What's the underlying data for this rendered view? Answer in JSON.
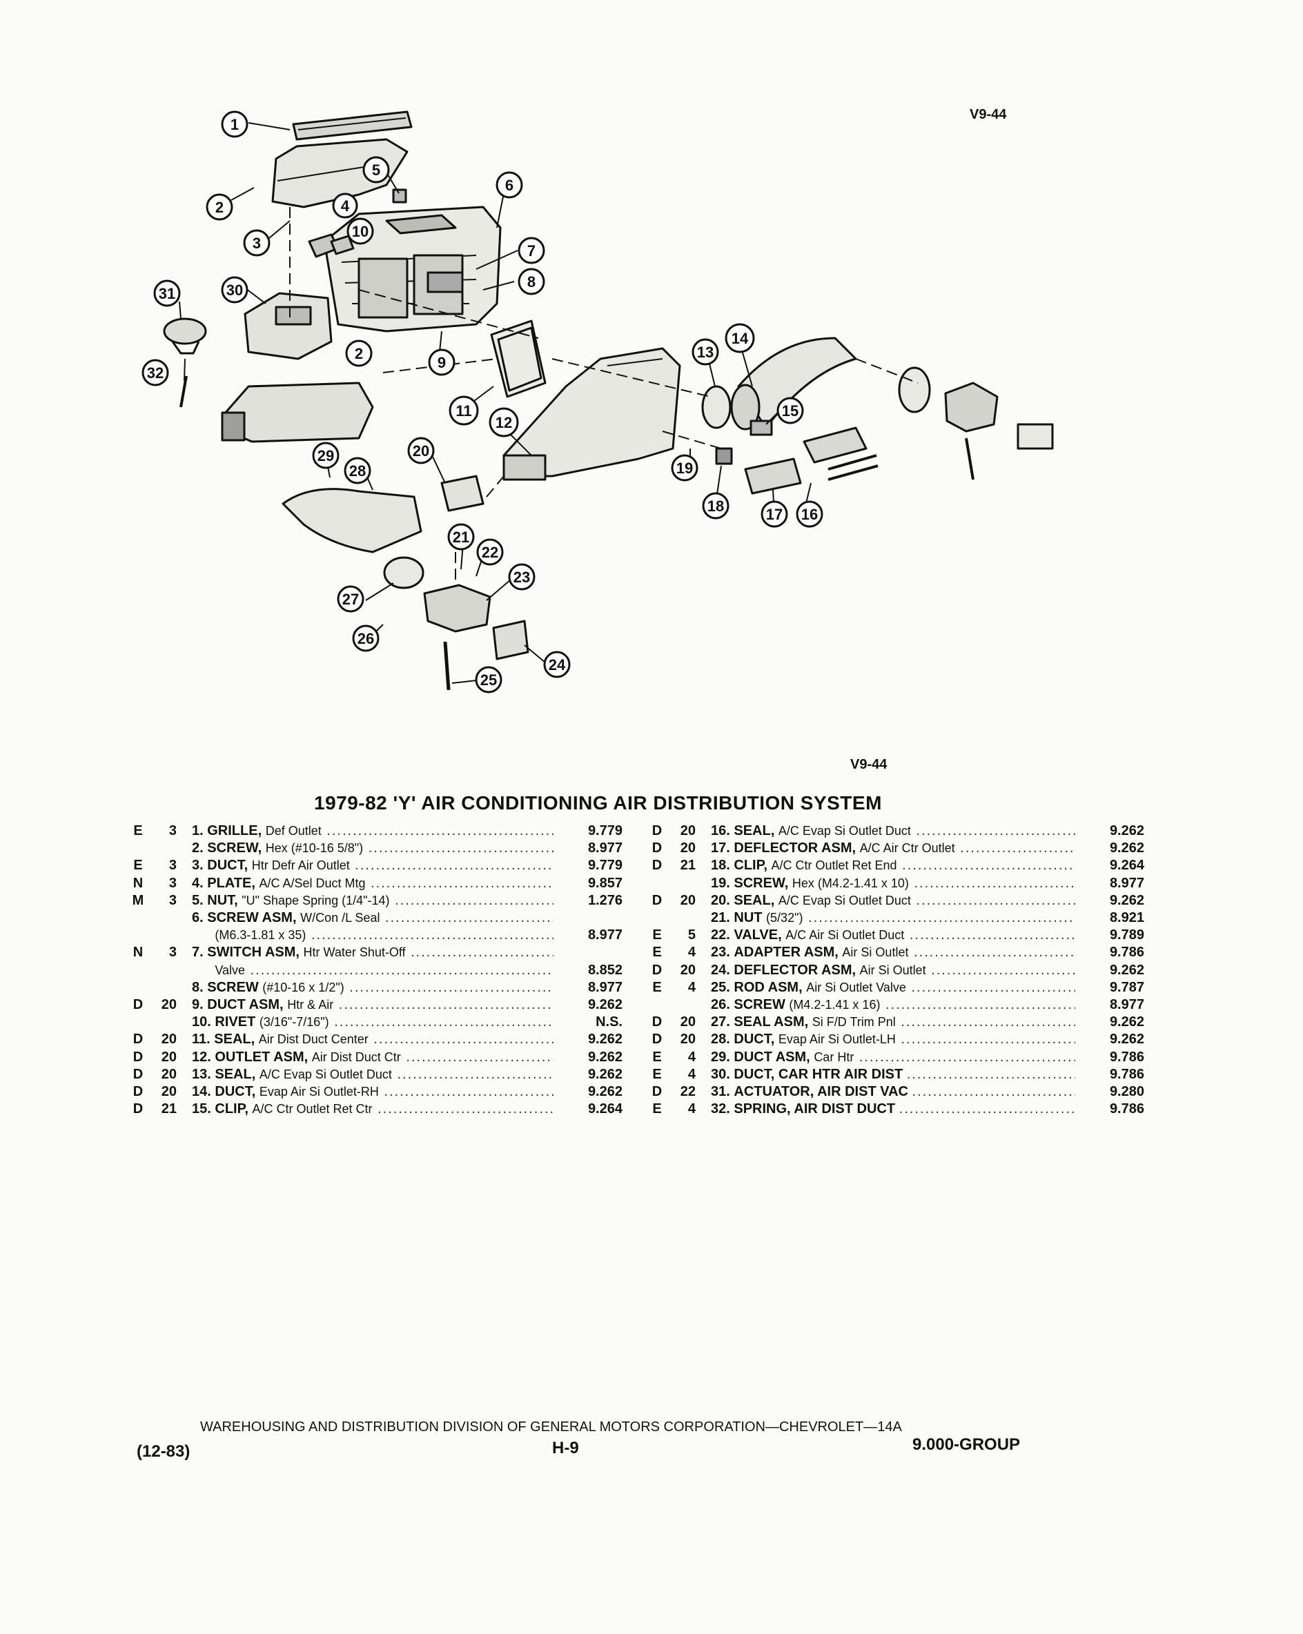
{
  "diagram_ref_top": "V9-44",
  "diagram_ref_bottom": "V9-44",
  "callouts": [
    "1",
    "2",
    "3",
    "4",
    "5",
    "6",
    "7",
    "8",
    "9",
    "10",
    "11",
    "12",
    "13",
    "14",
    "15",
    "16",
    "17",
    "18",
    "19",
    "20",
    "21",
    "22",
    "23",
    "24",
    "25",
    "27",
    "28",
    "29",
    "30",
    "31",
    "32",
    "2",
    "26"
  ],
  "title": "1979-82 'Y' AIR CONDITIONING AIR DISTRIBUTION SYSTEM",
  "parts_left": [
    {
      "code": "E",
      "grp": "3",
      "item": "1.",
      "name": "GRILLE,",
      "detail": "Def Outlet",
      "num": "9.779"
    },
    {
      "code": "",
      "grp": "",
      "item": "2.",
      "name": "SCREW,",
      "detail": "Hex (#10-16 5/8\")",
      "num": "8.977"
    },
    {
      "code": "E",
      "grp": "3",
      "item": "3.",
      "name": "DUCT,",
      "detail": "Htr Defr Air Outlet",
      "num": "9.779"
    },
    {
      "code": "N",
      "grp": "3",
      "item": "4.",
      "name": "PLATE,",
      "detail": "A/C A/Sel Duct Mtg",
      "num": "9.857"
    },
    {
      "code": "M",
      "grp": "3",
      "item": "5.",
      "name": "NUT,",
      "detail": "\"U\" Shape Spring (1/4\"-14)",
      "num": "1.276"
    },
    {
      "code": "",
      "grp": "",
      "item": "6.",
      "name": "SCREW ASM,",
      "detail": "W/Con /L Seal",
      "num": ""
    },
    {
      "code": "",
      "grp": "",
      "item": "",
      "name": "",
      "detail": "(M6.3-1.81 x 35)",
      "num": "8.977"
    },
    {
      "code": "N",
      "grp": "3",
      "item": "7.",
      "name": "SWITCH ASM,",
      "detail": "Htr Water Shut-Off",
      "num": ""
    },
    {
      "code": "",
      "grp": "",
      "item": "",
      "name": "",
      "detail": "Valve",
      "num": "8.852"
    },
    {
      "code": "",
      "grp": "",
      "item": "8.",
      "name": "SCREW",
      "detail": "(#10-16 x 1/2\")",
      "num": "8.977"
    },
    {
      "code": "D",
      "grp": "20",
      "item": "9.",
      "name": "DUCT ASM,",
      "detail": "Htr & Air",
      "num": "9.262"
    },
    {
      "code": "",
      "grp": "",
      "item": "10.",
      "name": "RIVET",
      "detail": "(3/16\"-7/16\")",
      "num": "N.S."
    },
    {
      "code": "D",
      "grp": "20",
      "item": "11.",
      "name": "SEAL,",
      "detail": "Air Dist Duct Center",
      "num": "9.262"
    },
    {
      "code": "D",
      "grp": "20",
      "item": "12.",
      "name": "OUTLET ASM,",
      "detail": "Air Dist Duct Ctr",
      "num": "9.262"
    },
    {
      "code": "D",
      "grp": "20",
      "item": "13.",
      "name": "SEAL,",
      "detail": "A/C Evap Si Outlet Duct",
      "num": "9.262"
    },
    {
      "code": "D",
      "grp": "20",
      "item": "14.",
      "name": "DUCT,",
      "detail": "Evap Air Si Outlet-RH",
      "num": "9.262"
    },
    {
      "code": "D",
      "grp": "21",
      "item": "15.",
      "name": "CLIP,",
      "detail": "A/C Ctr Outlet Ret Ctr",
      "num": "9.264"
    }
  ],
  "parts_right": [
    {
      "code": "D",
      "grp": "20",
      "item": "16.",
      "name": "SEAL,",
      "detail": "A/C Evap Si Outlet Duct",
      "num": "9.262"
    },
    {
      "code": "D",
      "grp": "20",
      "item": "17.",
      "name": "DEFLECTOR ASM,",
      "detail": "A/C Air Ctr Outlet",
      "num": "9.262"
    },
    {
      "code": "D",
      "grp": "21",
      "item": "18.",
      "name": "CLIP,",
      "detail": "A/C Ctr Outlet Ret End",
      "num": "9.264"
    },
    {
      "code": "",
      "grp": "",
      "item": "19.",
      "name": "SCREW,",
      "detail": "Hex (M4.2-1.41 x 10)",
      "num": "8.977"
    },
    {
      "code": "D",
      "grp": "20",
      "item": "20.",
      "name": "SEAL,",
      "detail": "A/C Evap Si Outlet Duct",
      "num": "9.262"
    },
    {
      "code": "",
      "grp": "",
      "item": "21.",
      "name": "NUT",
      "detail": "(5/32\")",
      "num": "8.921"
    },
    {
      "code": "E",
      "grp": "5",
      "item": "22.",
      "name": "VALVE,",
      "detail": "A/C Air Si Outlet Duct",
      "num": "9.789"
    },
    {
      "code": "E",
      "grp": "4",
      "item": "23.",
      "name": "ADAPTER ASM,",
      "detail": "Air Si Outlet",
      "num": "9.786"
    },
    {
      "code": "D",
      "grp": "20",
      "item": "24.",
      "name": "DEFLECTOR ASM,",
      "detail": "Air Si Outlet",
      "num": "9.262"
    },
    {
      "code": "E",
      "grp": "4",
      "item": "25.",
      "name": "ROD ASM,",
      "detail": "Air Si Outlet Valve",
      "num": "9.787"
    },
    {
      "code": "",
      "grp": "",
      "item": "26.",
      "name": "SCREW",
      "detail": "(M4.2-1.41 x 16)",
      "num": "8.977"
    },
    {
      "code": "D",
      "grp": "20",
      "item": "27.",
      "name": "SEAL ASM,",
      "detail": "Si F/D Trim Pnl",
      "num": "9.262"
    },
    {
      "code": "D",
      "grp": "20",
      "item": "28.",
      "name": "DUCT,",
      "detail": "Evap Air Si Outlet-LH",
      "num": "9.262"
    },
    {
      "code": "E",
      "grp": "4",
      "item": "29.",
      "name": "DUCT ASM,",
      "detail": "Car Htr",
      "num": "9.786"
    },
    {
      "code": "E",
      "grp": "4",
      "item": "30.",
      "name": "DUCT, CAR HTR AIR DIST",
      "detail": "",
      "num": "9.786"
    },
    {
      "code": "D",
      "grp": "22",
      "item": "31.",
      "name": "ACTUATOR, AIR DIST VAC",
      "detail": "",
      "num": "9.280"
    },
    {
      "code": "E",
      "grp": "4",
      "item": "32.",
      "name": "SPRING, AIR DIST DUCT",
      "detail": "",
      "num": "9.786"
    }
  ],
  "footer": {
    "publisher": "WAREHOUSING AND DISTRIBUTION DIVISION OF GENERAL MOTORS CORPORATION—CHEVROLET—14A",
    "date": "(12-83)",
    "page": "H-9",
    "group": "9.000-GROUP"
  }
}
